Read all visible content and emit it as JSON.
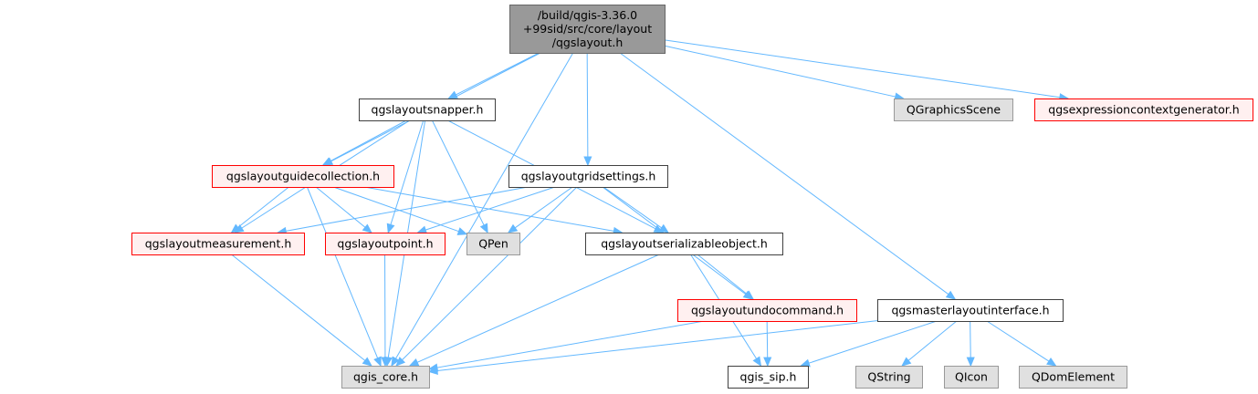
{
  "colors": {
    "edge": "#63b8ff",
    "root_fill": "#999999",
    "root_stroke": "#666666",
    "plain_fill": "#ffffff",
    "plain_stroke": "#404040",
    "red_fill": "#fff0f0",
    "red_stroke": "#ff0000",
    "gray_fill": "#e0e0e0",
    "gray_stroke": "#999999"
  },
  "nodes": [
    {
      "id": "root",
      "style": "root",
      "lines": [
        "/build/qgis-3.36.0",
        "+99sid/src/core/layout",
        "/qgslayout.h"
      ]
    },
    {
      "id": "snapper",
      "style": "plain",
      "lines": [
        "qgslayoutsnapper.h"
      ]
    },
    {
      "id": "gridsettings",
      "style": "plain",
      "lines": [
        "qgslayoutgridsettings.h"
      ]
    },
    {
      "id": "qgraphicsscene",
      "style": "gray",
      "lines": [
        "QGraphicsScene"
      ]
    },
    {
      "id": "exprctxgen",
      "style": "red",
      "lines": [
        "qgsexpressioncontextgenerator.h"
      ]
    },
    {
      "id": "guidecollection",
      "style": "red",
      "lines": [
        "qgslayoutguidecollection.h"
      ]
    },
    {
      "id": "measurement",
      "style": "red",
      "lines": [
        "qgslayoutmeasurement.h"
      ]
    },
    {
      "id": "point",
      "style": "red",
      "lines": [
        "qgslayoutpoint.h"
      ]
    },
    {
      "id": "qpen",
      "style": "gray",
      "lines": [
        "QPen"
      ]
    },
    {
      "id": "serializable",
      "style": "plain",
      "lines": [
        "qgslayoutserializableobject.h"
      ]
    },
    {
      "id": "undocommand",
      "style": "red",
      "lines": [
        "qgslayoutundocommand.h"
      ]
    },
    {
      "id": "masterlayout",
      "style": "plain",
      "lines": [
        "qgsmasterlayoutinterface.h"
      ]
    },
    {
      "id": "qgis_core",
      "style": "gray",
      "lines": [
        "qgis_core.h"
      ]
    },
    {
      "id": "qgis_sip",
      "style": "plain",
      "lines": [
        "qgis_sip.h"
      ]
    },
    {
      "id": "qstring",
      "style": "gray",
      "lines": [
        "QString"
      ]
    },
    {
      "id": "qicon",
      "style": "gray",
      "lines": [
        "QIcon"
      ]
    },
    {
      "id": "qdomelement",
      "style": "gray",
      "lines": [
        "QDomElement"
      ]
    }
  ],
  "edges": [
    [
      "root",
      "snapper"
    ],
    [
      "root",
      "guidecollection"
    ],
    [
      "root",
      "gridsettings"
    ],
    [
      "root",
      "qgraphicsscene"
    ],
    [
      "root",
      "exprctxgen"
    ],
    [
      "root",
      "masterlayout"
    ],
    [
      "root",
      "qgis_core"
    ],
    [
      "snapper",
      "guidecollection"
    ],
    [
      "snapper",
      "measurement"
    ],
    [
      "snapper",
      "point"
    ],
    [
      "snapper",
      "qpen"
    ],
    [
      "snapper",
      "serializable"
    ],
    [
      "snapper",
      "qgis_core"
    ],
    [
      "guidecollection",
      "measurement"
    ],
    [
      "guidecollection",
      "point"
    ],
    [
      "guidecollection",
      "qpen"
    ],
    [
      "guidecollection",
      "serializable"
    ],
    [
      "guidecollection",
      "qgis_core"
    ],
    [
      "gridsettings",
      "measurement"
    ],
    [
      "gridsettings",
      "point"
    ],
    [
      "gridsettings",
      "qpen"
    ],
    [
      "gridsettings",
      "serializable"
    ],
    [
      "gridsettings",
      "undocommand"
    ],
    [
      "gridsettings",
      "qgis_core"
    ],
    [
      "measurement",
      "qgis_core"
    ],
    [
      "point",
      "qgis_core"
    ],
    [
      "serializable",
      "undocommand"
    ],
    [
      "serializable",
      "qgis_core"
    ],
    [
      "serializable",
      "qgis_sip"
    ],
    [
      "undocommand",
      "qgis_core"
    ],
    [
      "undocommand",
      "qgis_sip"
    ],
    [
      "masterlayout",
      "qgis_core"
    ],
    [
      "masterlayout",
      "qgis_sip"
    ],
    [
      "masterlayout",
      "qstring"
    ],
    [
      "masterlayout",
      "qicon"
    ],
    [
      "masterlayout",
      "qdomelement"
    ]
  ]
}
